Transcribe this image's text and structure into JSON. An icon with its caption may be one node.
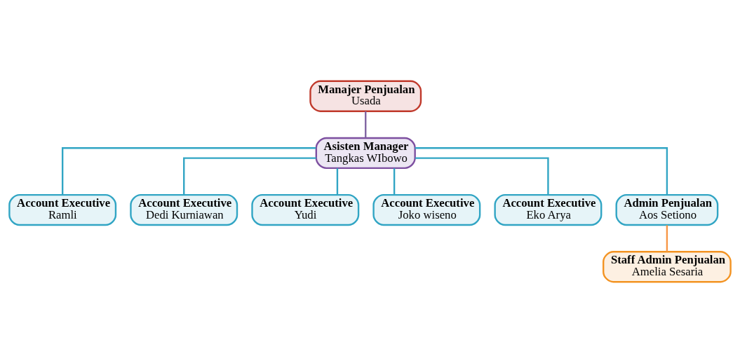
{
  "diagram": {
    "nodes": [
      {
        "text": [
          "Manajer Penjualan",
          "Usada"
        ]
      },
      {
        "text": [
          "Asisten Manager",
          "Tangkas WIbowo"
        ]
      },
      {
        "text": [
          "Account Executive",
          "Ramli"
        ]
      },
      {
        "text": [
          "Account Executive",
          "Dedi Kurniawan"
        ]
      },
      {
        "text": [
          "Account Executive",
          "Yudi"
        ]
      },
      {
        "text": [
          "Account Executive",
          "Joko wiseno"
        ]
      },
      {
        "text": [
          "Account Executive",
          "Eko Arya"
        ]
      },
      {
        "text": [
          "Admin Penjualan",
          "Aos Setiono"
        ]
      },
      {
        "text": [
          "Staff Admin Penjualan",
          "Amelia Sesaria"
        ]
      }
    ],
    "edges": [
      {
        "from": 0,
        "to": 1,
        "arrow": "none",
        "color": "#8064a2"
      },
      {
        "from": 1,
        "to": 2,
        "arrow": "none"
      },
      {
        "from": 1,
        "to": 3,
        "arrow": "none"
      },
      {
        "from": 1,
        "to": 4,
        "arrow": "none"
      },
      {
        "from": 1,
        "to": 5,
        "arrow": "none"
      },
      {
        "from": 1,
        "to": 6,
        "arrow": "none"
      },
      {
        "from": 1,
        "to": 7,
        "arrow": "none"
      },
      {
        "from": 7,
        "to": 8,
        "arrow": "none",
        "color": "#f79646"
      }
    ]
  }
}
